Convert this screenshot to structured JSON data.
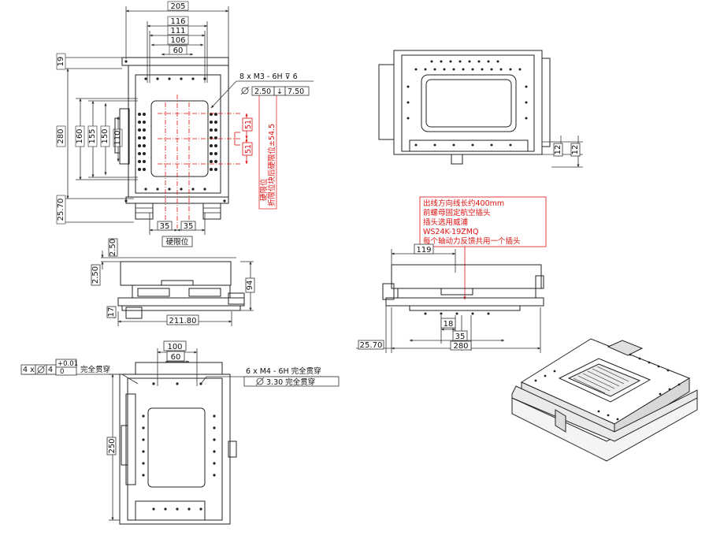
{
  "colors": {
    "line": "#222222",
    "dim": "#444444",
    "red": "#e01010",
    "bg": "#ffffff"
  },
  "top_view": {
    "dims_top": [
      "205",
      "116",
      "111",
      "106",
      "60"
    ],
    "dims_left": [
      "19",
      "280",
      "160",
      "155",
      "150",
      "110",
      "25.70"
    ],
    "hole_note_line1": "8 x  M3 - 6H ⊽ 6",
    "hole_note_line2_a": "2.50",
    "hole_note_line2_b": "7.50",
    "dim_bottom_a": "35",
    "dim_bottom_b": "35",
    "limit_label": "硬限位",
    "red_51_a": "51",
    "red_51_b": "51",
    "red_vertical_1": "硬限位",
    "red_vertical_2": "折限位块后硬限位±54.5"
  },
  "front_view": {
    "dim_top_a": "2.50",
    "dim_top_b": "2.50",
    "dim_right": "94",
    "dim_left": "17",
    "dim_bottom": "211.80"
  },
  "bottom_view": {
    "dims_top": [
      "100",
      "60"
    ],
    "dim_left": "250",
    "hole_note_left_qty": "4 x",
    "hole_note_left_dia": "4",
    "hole_note_left_tol_upper": "+0.01",
    "hole_note_left_tol_lower": "0",
    "hole_note_left_text": "完全贯穿",
    "hole_note_right_line1": "6 x  M4 - 6H 完全贯穿",
    "hole_note_right_line2": "3.30 完全贯穿"
  },
  "right_top_view": {
    "dim_a": "12",
    "dim_b": "12"
  },
  "side_view": {
    "notes": [
      "出线方向线长约400mm",
      "前螺母固定航空插头",
      "插头选用威浦",
      "WS24K-19ZMQ",
      "每个轴动力反馈共用一个插头"
    ],
    "dim_top": "119",
    "dim_18": "18",
    "dim_35": "35",
    "dim_280": "280",
    "dim_left": "25.70"
  }
}
